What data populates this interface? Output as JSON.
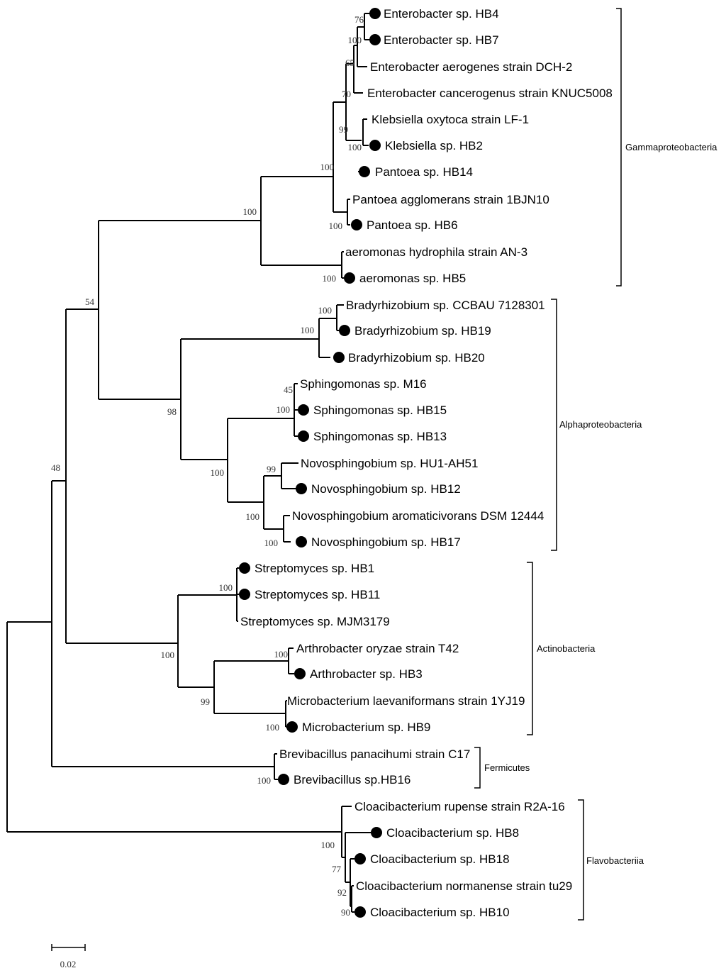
{
  "leaves": [
    {
      "label": "Enterobacter sp. HB4",
      "marked": true
    },
    {
      "label": "Enterobacter sp. HB7",
      "marked": true
    },
    {
      "label": "Enterobacter aerogenes strain DCH-2",
      "marked": false
    },
    {
      "label": "Enterobacter cancerogenus strain KNUC5008",
      "marked": false
    },
    {
      "label": "Klebsiella oxytoca strain LF-1",
      "marked": false
    },
    {
      "label": "Klebsiella sp. HB2",
      "marked": true
    },
    {
      "label": "Pantoea sp. HB14",
      "marked": true
    },
    {
      "label": "Pantoea agglomerans strain 1BJN10",
      "marked": false
    },
    {
      "label": "Pantoea sp. HB6",
      "marked": true
    },
    {
      "label": "aeromonas hydrophila strain AN-3",
      "marked": false
    },
    {
      "label": "aeromonas sp. HB5",
      "marked": true
    },
    {
      "label": "Bradyrhizobium sp. CCBAU 7128301",
      "marked": false
    },
    {
      "label": "Bradyrhizobium sp. HB19",
      "marked": true
    },
    {
      "label": "Bradyrhizobium sp. HB20",
      "marked": true
    },
    {
      "label": "Sphingomonas sp. M16",
      "marked": false
    },
    {
      "label": "Sphingomonas sp. HB15",
      "marked": true
    },
    {
      "label": "Sphingomonas sp. HB13",
      "marked": true
    },
    {
      "label": "Novosphingobium sp. HU1-AH51",
      "marked": false
    },
    {
      "label": "Novosphingobium sp. HB12",
      "marked": true
    },
    {
      "label": "Novosphingobium aromaticivorans DSM 12444",
      "marked": false
    },
    {
      "label": "Novosphingobium sp. HB17",
      "marked": true
    },
    {
      "label": "Streptomyces sp. HB1",
      "marked": true
    },
    {
      "label": "Streptomyces sp. HB11",
      "marked": true
    },
    {
      "label": "Streptomyces sp. MJM3179",
      "marked": false
    },
    {
      "label": "Arthrobacter oryzae strain T42",
      "marked": false
    },
    {
      "label": "Arthrobacter sp. HB3",
      "marked": true
    },
    {
      "label": "Microbacterium laevaniformans strain 1YJ19",
      "marked": false
    },
    {
      "label": "Microbacterium sp. HB9",
      "marked": true
    },
    {
      "label": "Brevibacillus panacihumi strain C17",
      "marked": false
    },
    {
      "label": "Brevibacillus sp.HB16",
      "marked": true
    },
    {
      "label": "Cloacibacterium rupense strain R2A-16",
      "marked": false
    },
    {
      "label": "Cloacibacterium sp. HB8",
      "marked": true
    },
    {
      "label": "Cloacibacterium sp. HB18",
      "marked": true
    },
    {
      "label": "Cloacibacterium normanense strain tu29",
      "marked": false
    },
    {
      "label": "Cloacibacterium sp. HB10",
      "marked": true
    }
  ],
  "bootstrap": [
    "76",
    "100",
    "65",
    "70",
    "99",
    "100",
    "100",
    "100",
    "100",
    "100",
    "54",
    "100",
    "100",
    "45",
    "100",
    "98",
    "99",
    "100",
    "100",
    "100",
    "48",
    "100",
    "100",
    "100",
    "99",
    "100",
    "100",
    "100",
    "77",
    "92",
    "90"
  ],
  "groups": [
    "Gammaproteobacteria",
    "Alphaproteobacteria",
    "Actinobacteria",
    "Fermicutes",
    "Flavobacteriia"
  ],
  "scale_bar": {
    "label": "0.02"
  }
}
